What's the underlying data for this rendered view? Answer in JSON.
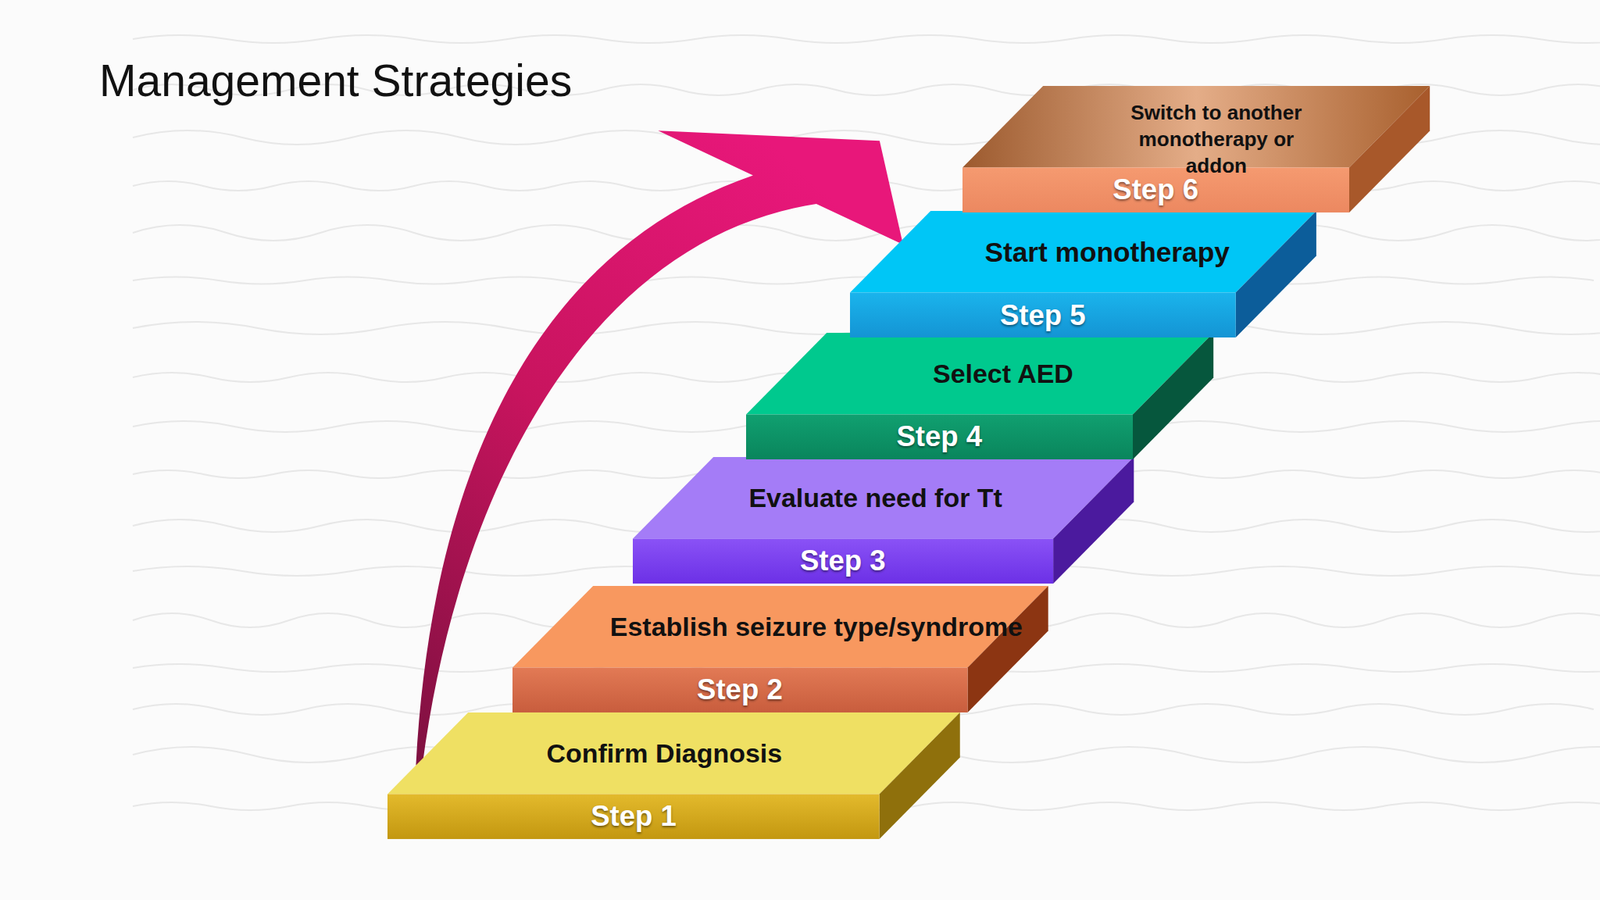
{
  "diagram": {
    "title": "Management Strategies",
    "nodes": [
      {
        "text": [
          "Confirm Diagnosis",
          "Step 1"
        ]
      },
      {
        "text": [
          "Establish seizure type/syndrome",
          "Step 2"
        ]
      },
      {
        "text": [
          "Evaluate need for Tt",
          "Step 3"
        ]
      },
      {
        "text": [
          "Select AED",
          "Step 4"
        ]
      },
      {
        "text": [
          "Start monotherapy",
          "Step 5"
        ]
      },
      {
        "text": [
          "Switch to another monotherapy or addon",
          "Step 6"
        ]
      }
    ],
    "edges": [
      {
        "from": 0,
        "to": 5,
        "arrow": "to"
      }
    ]
  }
}
